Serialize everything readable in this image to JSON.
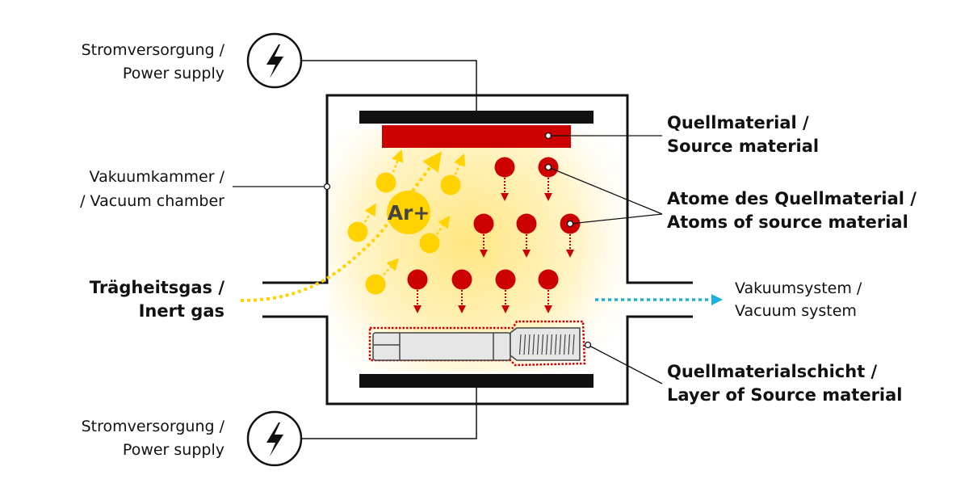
{
  "labels": {
    "power_top": [
      "Stromversorgung /",
      "Power supply"
    ],
    "vacuum_chamber": [
      "Vakuumkammer /",
      "/ Vacuum chamber"
    ],
    "inert_gas": [
      "Trägheitsgas /",
      "Inert gas"
    ],
    "power_bottom": [
      "Stromversorgung /",
      "Power supply"
    ],
    "source_material": [
      "Quellmaterial /",
      "Source material"
    ],
    "atoms": [
      "Atome des Quellmaterial /",
      "Atoms of source material"
    ],
    "layer": [
      "Quellmaterialschicht /",
      "Layer of Source material"
    ],
    "vacuum_system": [
      "Vakuumsystem /",
      "Vacuum system"
    ],
    "ion": "Ar+"
  },
  "icons": {
    "power": "lightning-bolt-icon"
  },
  "colors": {
    "source": "#cc0000",
    "argon": "#ffd200",
    "vacuum_flow": "#1ab0e0",
    "glow": "#fff0b0"
  }
}
